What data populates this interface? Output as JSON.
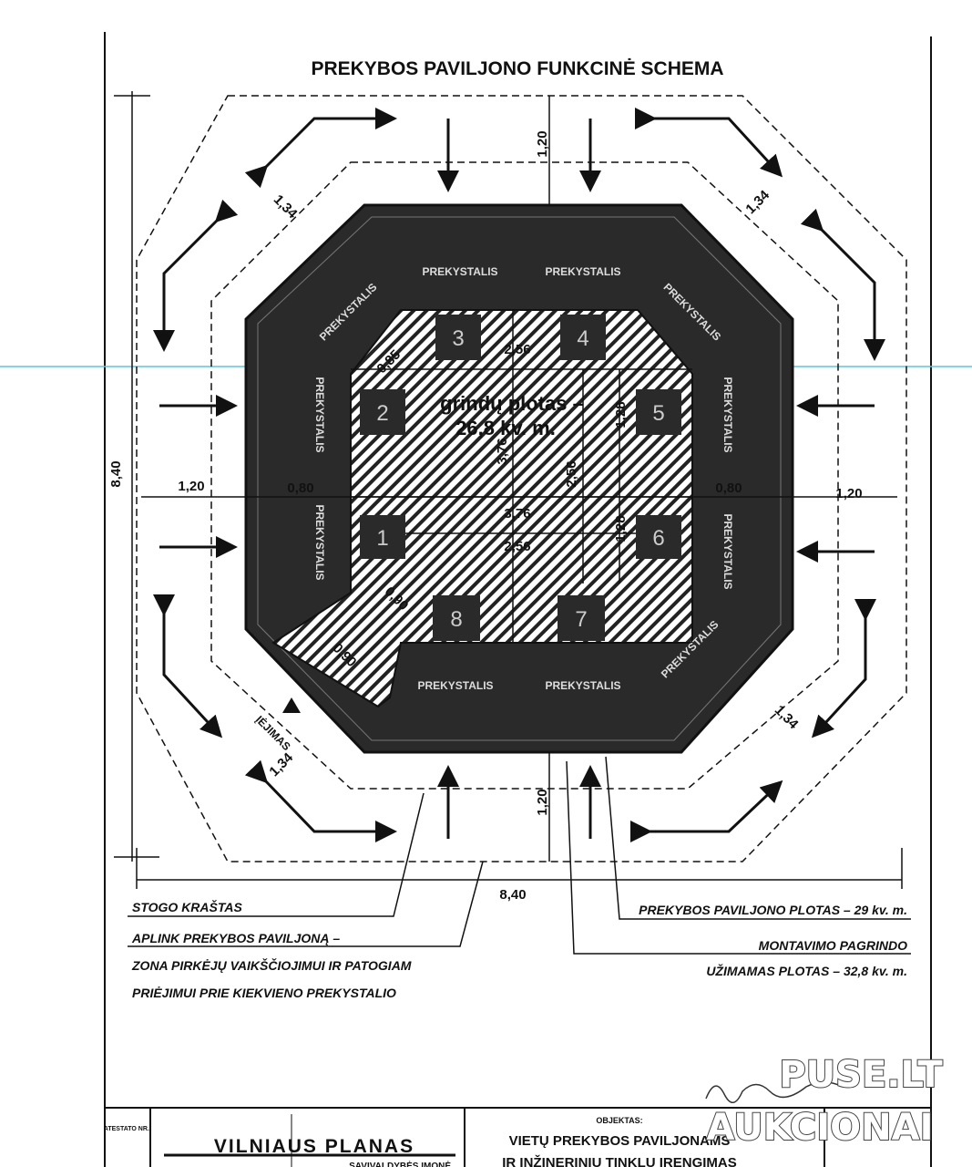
{
  "title": "PREKYBOS PAVILJONO FUNKCINĖ SCHEMA",
  "floor_label": {
    "line1": "grindų plotas –",
    "line2": "26,8 kv. m."
  },
  "counter_label": "PREKYSTALIS",
  "stall_numbers": [
    "1",
    "2",
    "3",
    "4",
    "5",
    "6",
    "7",
    "8"
  ],
  "dimensions": {
    "overall_width": "8,40",
    "overall_height": "8,40",
    "margin": "1,20",
    "diagonal_margin": "1,34",
    "counter_depth": "0,80",
    "diag_counter": "0,85",
    "inner_width": "2,56",
    "inner_full": "3,76",
    "inner_height": "2,56",
    "half_height": "1,28",
    "entry_width": "0,90"
  },
  "entrance_label": "ĮĖJIMAS",
  "notes": {
    "roof_edge": "STOGO KRAŠTAS",
    "zone_line1": "APLINK PREKYBOS PAVILJONĄ –",
    "zone_line2": "ZONA PIRKĖJŲ VAIKŠČIOJIMUI IR PATOGIAM",
    "zone_line3": "PRIĖJIMUI PRIE KIEKVIENO PREKYSTALIO",
    "pavilion_area": "PREKYBOS PAVILJONO PLOTAS – 29 kv. m.",
    "base_line1": "MONTAVIMO PAGRINDO",
    "base_line2": "UŽIMAMAS PLOTAS – 32,8 kv. m."
  },
  "title_block": {
    "cert_label": "ATESTATO NR.:",
    "company": "VILNIAUS PLANAS",
    "company_sub": "SAVIVALDYBĖS ĮMONĖ",
    "object_label": "OBJEKTAS:",
    "object_line1": "VIETŲ PREKYBOS PAVILJONAMS",
    "object_line2": "IR INŽINERINIŲ TINKLŲ ĮRENGIMAS"
  },
  "watermark": {
    "line1": "PUSE.LT",
    "line2": "AUKCIONAI"
  },
  "colors": {
    "ink": "#111111",
    "pavilion": "#2a2a2a",
    "scan_line": "#5fc4de"
  }
}
